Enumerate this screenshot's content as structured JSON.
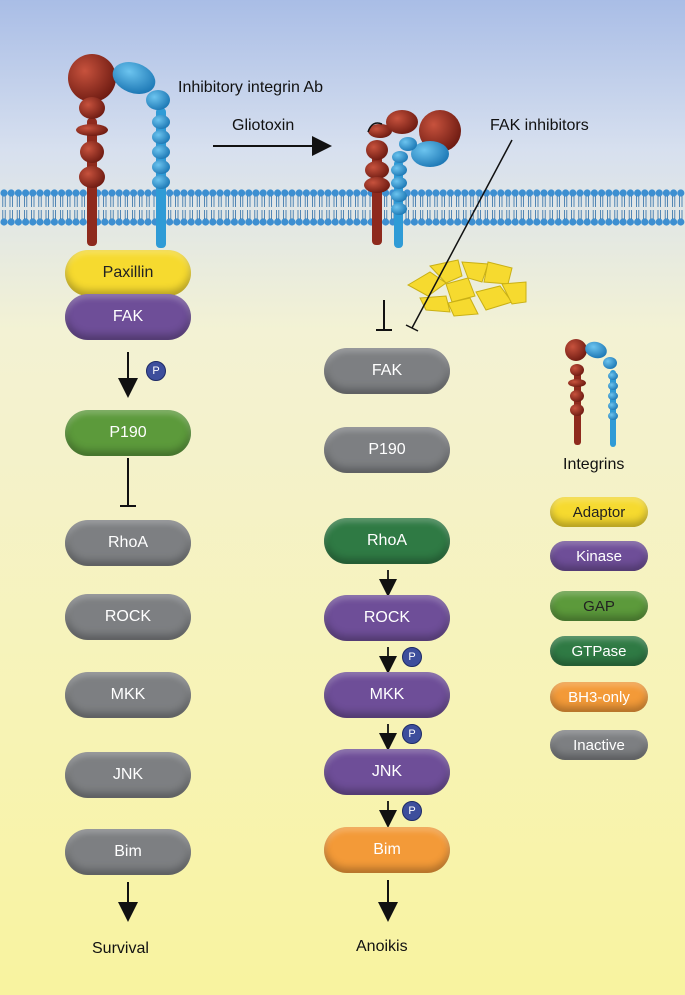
{
  "title_labels": {
    "inhibitory_ab": "Inhibitory integrin Ab",
    "gliotoxin": "Gliotoxin",
    "fak_inhibitors": "FAK inhibitors"
  },
  "left_pathway": {
    "adaptor": "Paxillin",
    "nodes": [
      "FAK",
      "P190",
      "RhoA",
      "ROCK",
      "MKK",
      "JNK",
      "Bim"
    ],
    "outcome": "Survival"
  },
  "right_pathway": {
    "nodes": [
      "FAK",
      "P190",
      "RhoA",
      "ROCK",
      "MKK",
      "JNK",
      "Bim"
    ],
    "outcome": "Anoikis"
  },
  "phospho_label": "P",
  "legend": {
    "integrins_label": "Integrins",
    "items": [
      "Adaptor",
      "Kinase",
      "GAP",
      "GTPase",
      "BH3-only",
      "Inactive"
    ]
  },
  "colors": {
    "adaptor": "#f6da2f",
    "kinase": "#6e4e98",
    "gap": "#5c9a3b",
    "gtpase": "#2f7a44",
    "bh3_only": "#f39a38",
    "inactive": "#7d7f82",
    "integrin_alpha": "#8e2a1d",
    "integrin_beta": "#2f9bd6",
    "membrane": "#3d8fd1"
  }
}
